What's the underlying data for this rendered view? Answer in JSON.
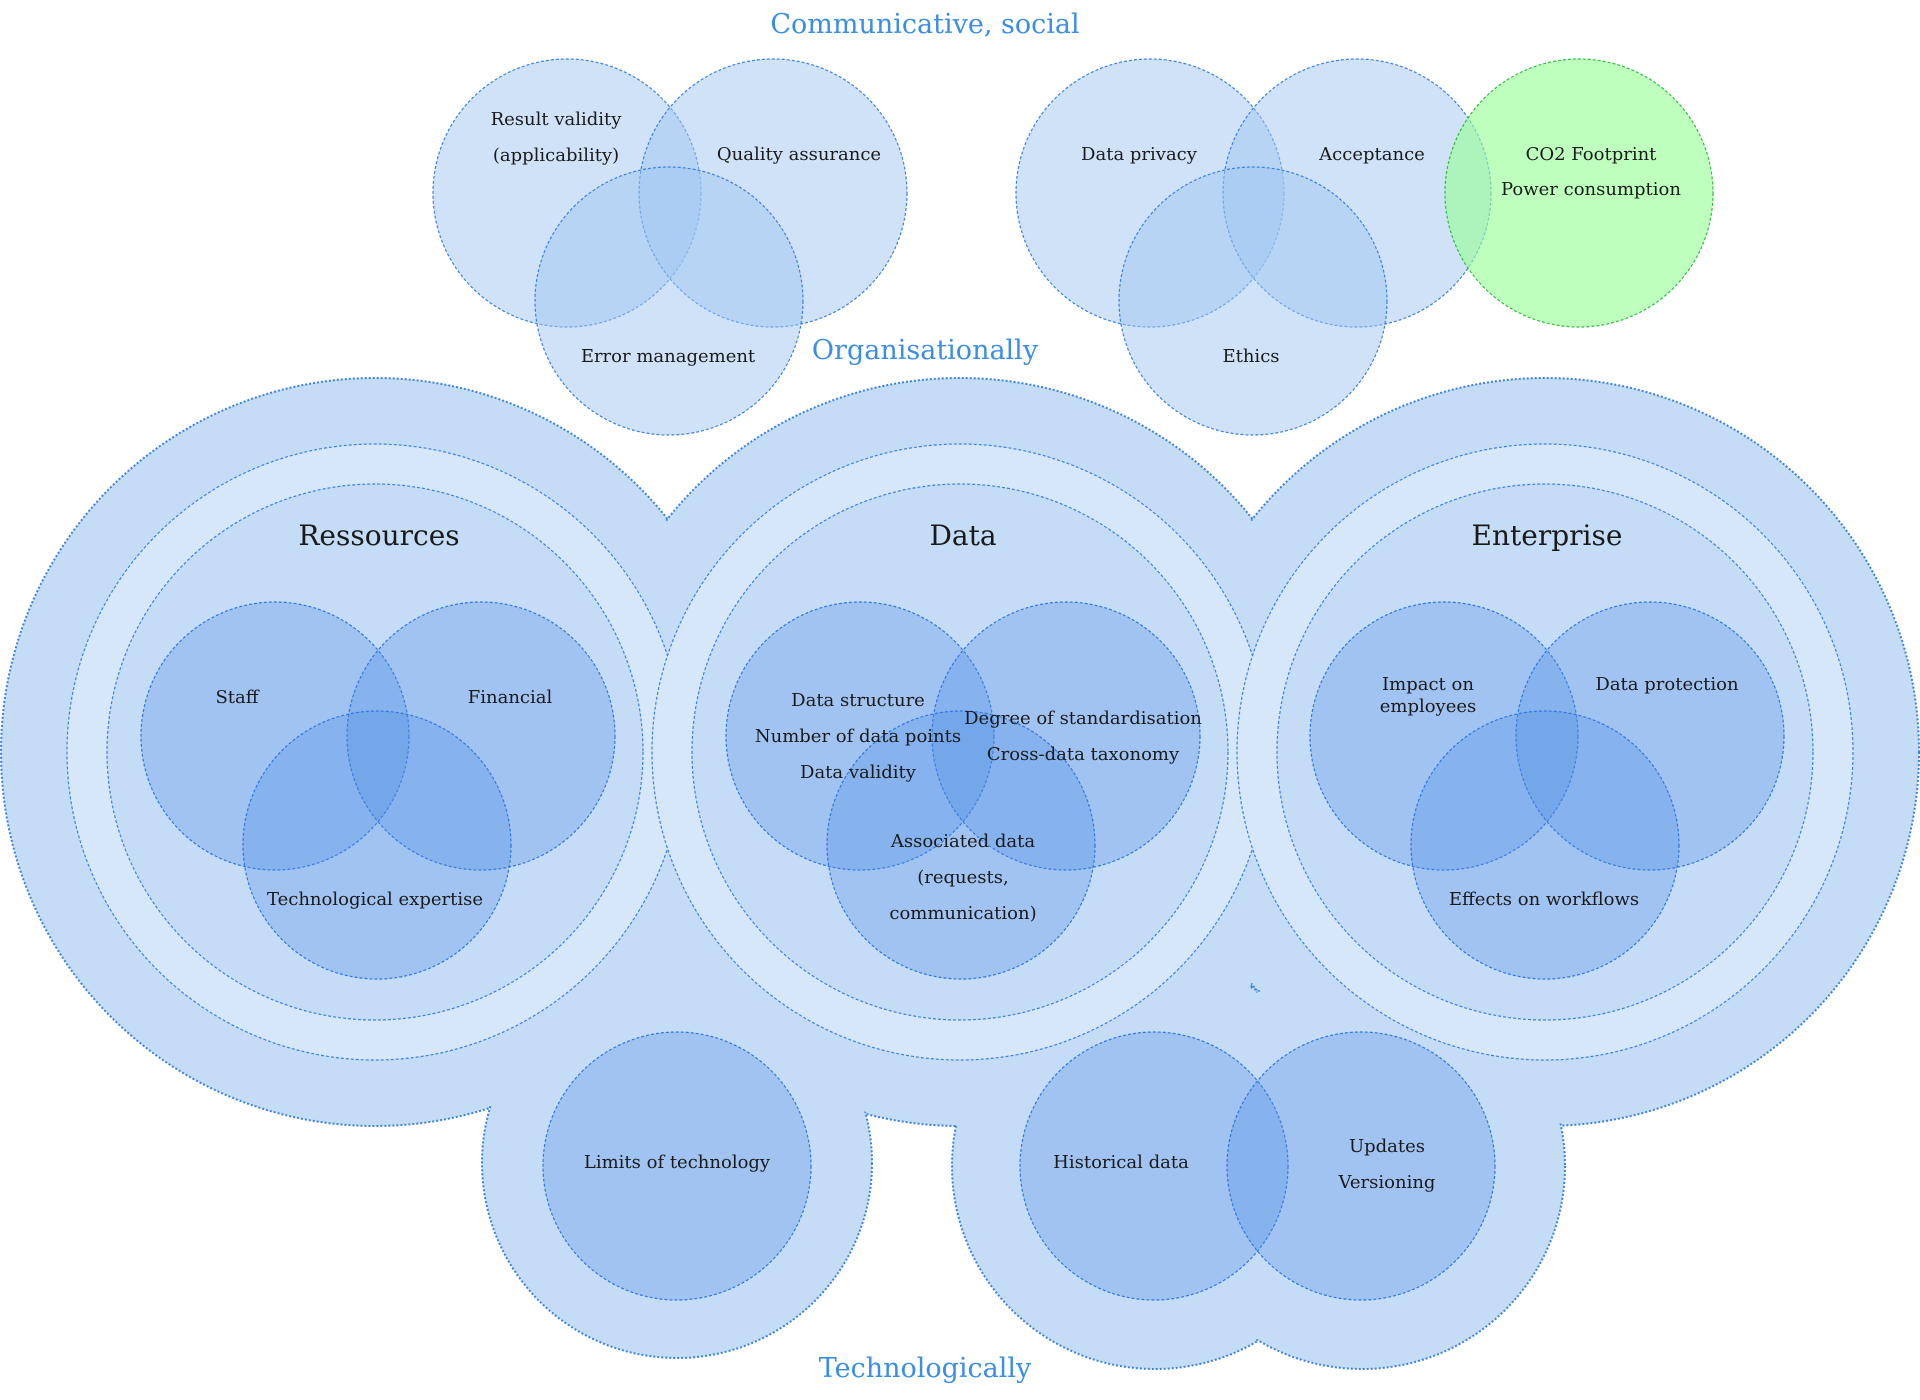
{
  "categories": {
    "top": "Communicative, social",
    "middle": "Organisationally",
    "bottom": "Technologically"
  },
  "top_group_left": {
    "a": [
      "Result validity",
      "(applicability)"
    ],
    "b": [
      "Quality assurance"
    ],
    "c": [
      "Error management"
    ]
  },
  "top_group_right": {
    "a": [
      "Data privacy"
    ],
    "b": [
      "Acceptance"
    ],
    "c": [
      "Ethics"
    ],
    "green": [
      "CO2 Footprint",
      "Power consumption"
    ]
  },
  "ressources": {
    "title": "Ressources",
    "a": [
      "Staff"
    ],
    "b": [
      "Financial"
    ],
    "c": [
      "Technological expertise"
    ]
  },
  "data": {
    "title": "Data",
    "a": [
      "Data structure",
      "Number of data points",
      "Data validity"
    ],
    "b": [
      "Degree of standardisation",
      "Cross-data taxonomy"
    ],
    "c": [
      "Associated data",
      "(requests,",
      "communication)"
    ]
  },
  "enterprise": {
    "title": "Enterprise",
    "a": [
      "Impact on",
      "employees"
    ],
    "b": [
      "Data protection"
    ],
    "c": [
      "Effects on workflows"
    ]
  },
  "bottom_group": {
    "limits": [
      "Limits of technology"
    ],
    "historical": [
      "Historical data"
    ],
    "updates": [
      "Updates",
      "Versioning"
    ]
  },
  "colors": {
    "category_text": "#3a8ee6",
    "region_fill": "#c4dcf6",
    "ring_fill": "#d6e7f9",
    "outline": "#3a82e0",
    "co2_fill": "#b9fdb9"
  }
}
